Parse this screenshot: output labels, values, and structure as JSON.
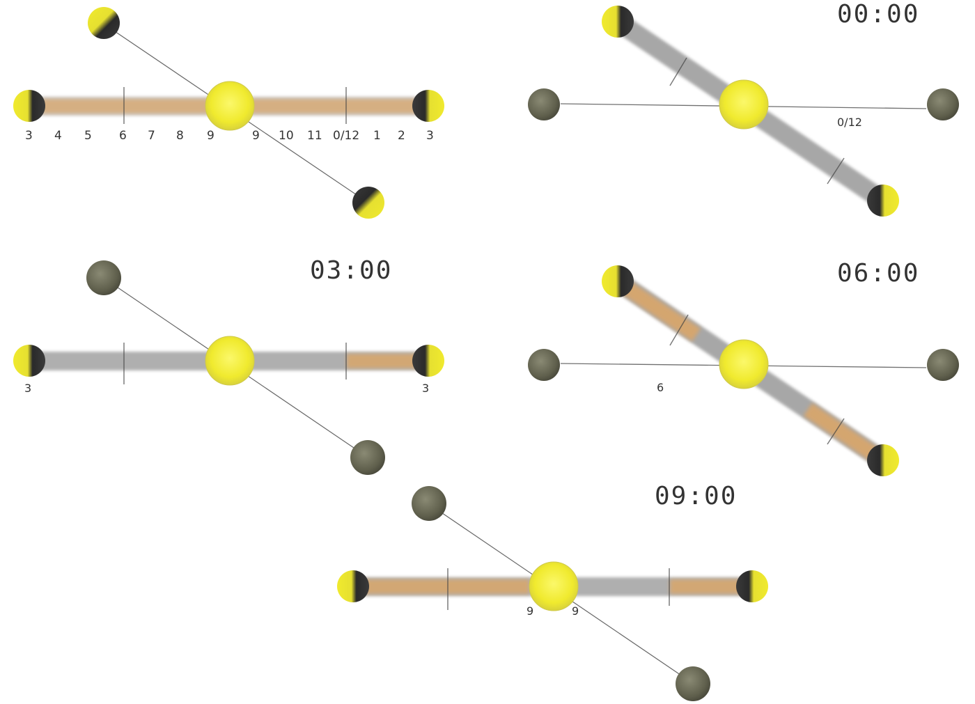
{
  "colors": {
    "sun": "#f2ee3a",
    "bar_gray": "#8e8e8e",
    "bar_orange": "#d6a86a",
    "dark_planet": "#6b6b58",
    "shadow": "#222222"
  },
  "panels": [
    {
      "id": "overview",
      "time": "",
      "hour_labels": [
        "3",
        "4",
        "5",
        "6",
        "7",
        "8",
        "9",
        "9",
        "10",
        "11",
        "0/12",
        "1",
        "2",
        "3"
      ]
    },
    {
      "id": "t0000",
      "time": "00:00",
      "hour_labels": [
        "0/12"
      ]
    },
    {
      "id": "t0300",
      "time": "03:00",
      "hour_labels": [
        "3",
        "3"
      ]
    },
    {
      "id": "t0600",
      "time": "06:00",
      "hour_labels": [
        "6"
      ]
    },
    {
      "id": "t0900",
      "time": "09:00",
      "hour_labels": [
        "9",
        "9"
      ]
    }
  ]
}
